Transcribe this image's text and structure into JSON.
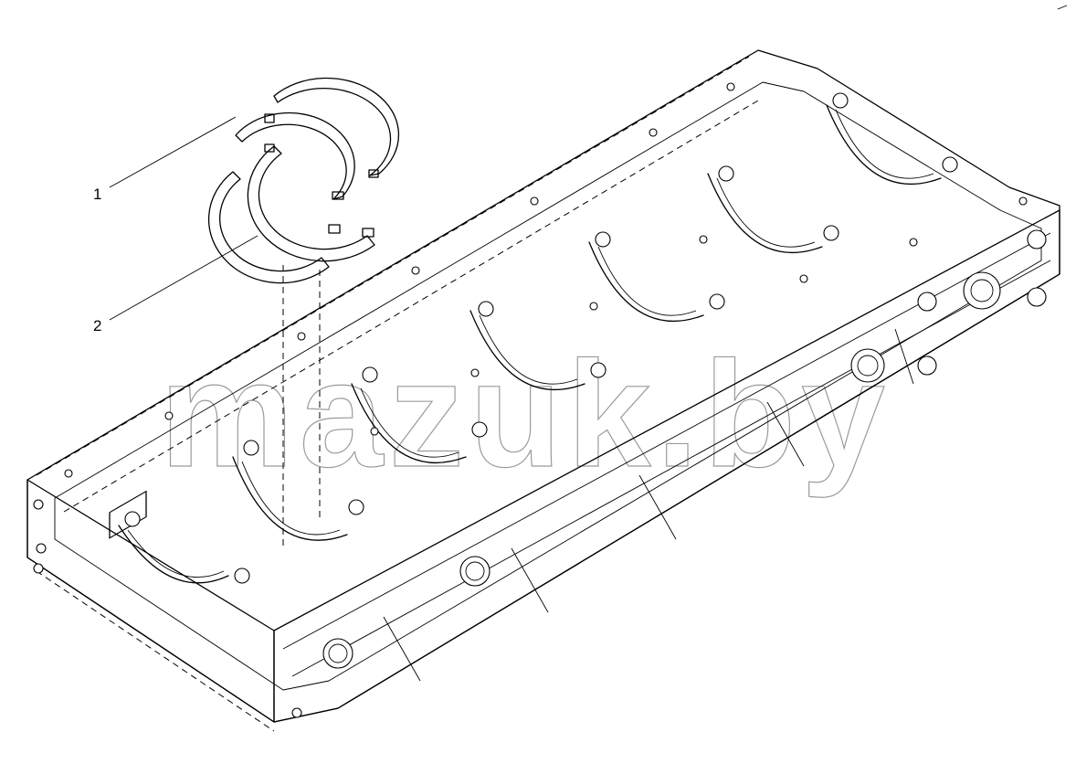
{
  "callouts": [
    {
      "label": "1"
    },
    {
      "label": "2"
    }
  ],
  "watermark": {
    "text": "mazuk.by"
  },
  "colors": {
    "line": "#000000",
    "background": "#ffffff",
    "watermark": "#9a9a9a"
  }
}
